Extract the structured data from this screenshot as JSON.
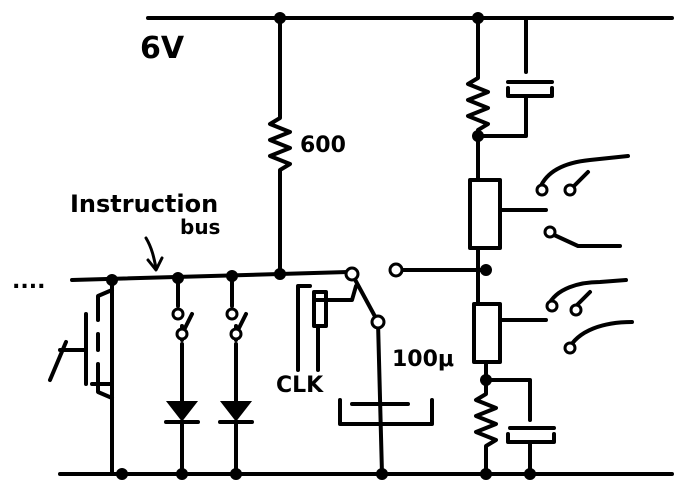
{
  "labels": {
    "supply_voltage": "6V",
    "resistor_value": "600",
    "bus_line1": "Instruction",
    "bus_line2": "bus",
    "bus_ellipsis": "....",
    "clock": "CLK",
    "capacitor_value": "100μ"
  }
}
